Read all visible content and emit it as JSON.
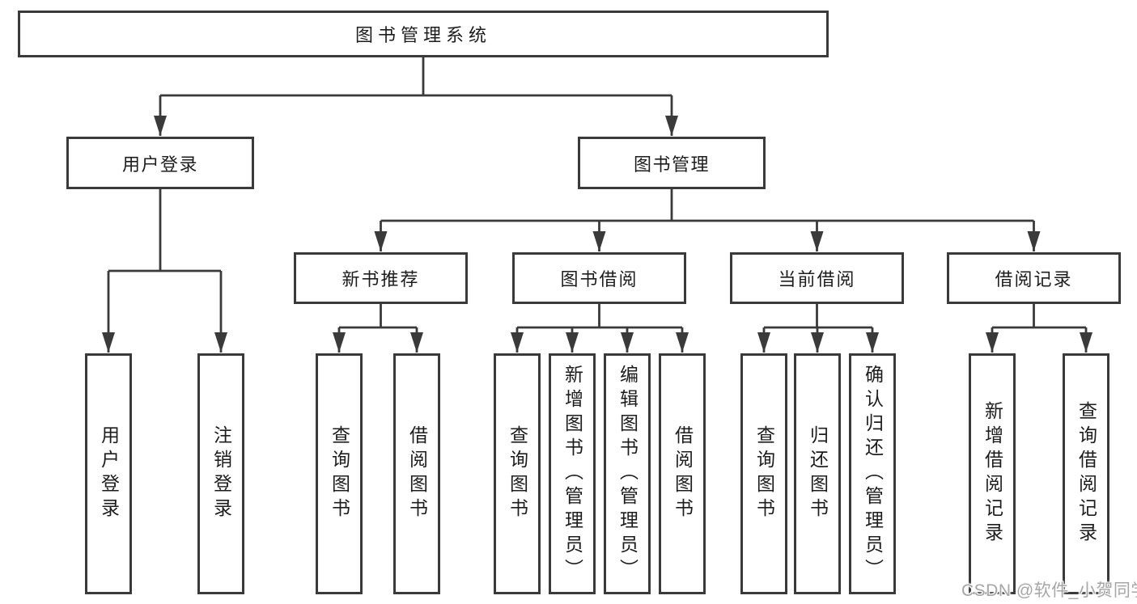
{
  "diagram": {
    "root": {
      "label": "图书管理系统"
    },
    "user_login": {
      "label": "用户登录",
      "children": [
        "用户登录",
        "注销登录"
      ]
    },
    "book_management": {
      "label": "图书管理",
      "sections": [
        {
          "label": "新书推荐",
          "children": [
            "查询图书",
            "借阅图书"
          ]
        },
        {
          "label": "图书借阅",
          "children": [
            "查询图书",
            "新增图书（管理员）",
            "编辑图书（管理员）",
            "借阅图书"
          ]
        },
        {
          "label": "当前借阅",
          "children": [
            "查询图书",
            "归还图书",
            "确认归还（管理员）"
          ]
        },
        {
          "label": "借阅记录",
          "children": [
            "新增借阅记录",
            "查询借阅记录"
          ]
        }
      ]
    }
  },
  "watermark": {
    "text": "CSDN @软件_小贺同学"
  },
  "colors": {
    "line": "#3a3a3a",
    "text": "#1d1d1d",
    "watermark": "#a6a6a6",
    "background": "#ffffff"
  }
}
